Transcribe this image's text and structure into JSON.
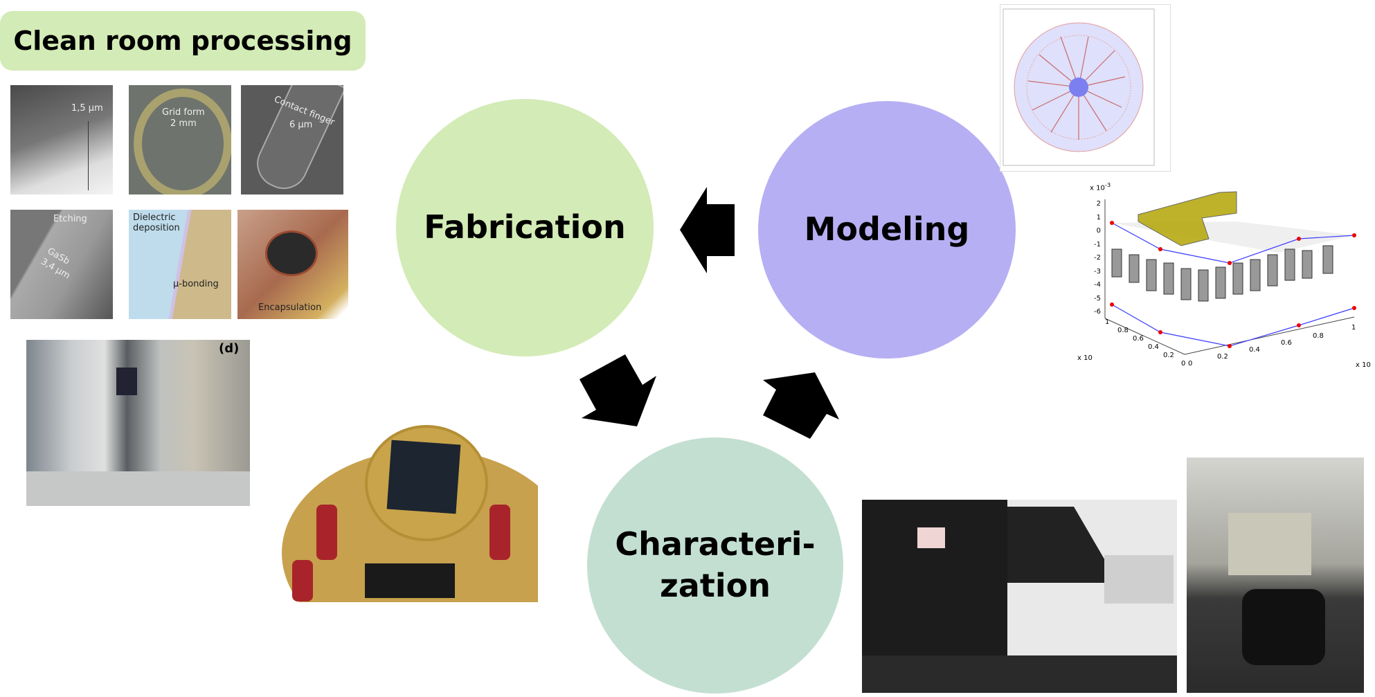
{
  "clean_room": {
    "title": "Clean room processing",
    "tiles": [
      {
        "label": "1,5 µm"
      },
      {
        "label": "Grid form",
        "value": "2 mm"
      },
      {
        "label": "Contact finger",
        "value": "6 µm"
      },
      {
        "label": "Etching",
        "material": "GaSb",
        "value": "3,4 µm"
      },
      {
        "label": "Dielectric deposition",
        "sub": "µ-bonding"
      },
      {
        "label": "Encapsulation"
      }
    ],
    "machine_photo_tag": "(d)"
  },
  "cycle": {
    "fabrication": "Fabrication",
    "modeling": "Modeling",
    "characterization_line1": "Characteri-",
    "characterization_line2": "zation",
    "colors": {
      "fabrication": "#d3ebb6",
      "modeling": "#b7aff3",
      "characterization": "#c3dfd2"
    }
  },
  "modeling_plot": {
    "z_scale": "x 10",
    "z_exp": "-3",
    "z_ticks": [
      "2",
      "1",
      "0",
      "-1",
      "-2",
      "-3",
      "-4",
      "-5",
      "-6"
    ],
    "y_ticks": [
      "1",
      "0.8",
      "0.6",
      "0.4",
      "0.2",
      "0"
    ],
    "x_ticks": [
      "0",
      "0.2",
      "0.4",
      "0.6",
      "0.8",
      "1"
    ],
    "y_scale": "x 10",
    "x_scale": "x 10"
  }
}
